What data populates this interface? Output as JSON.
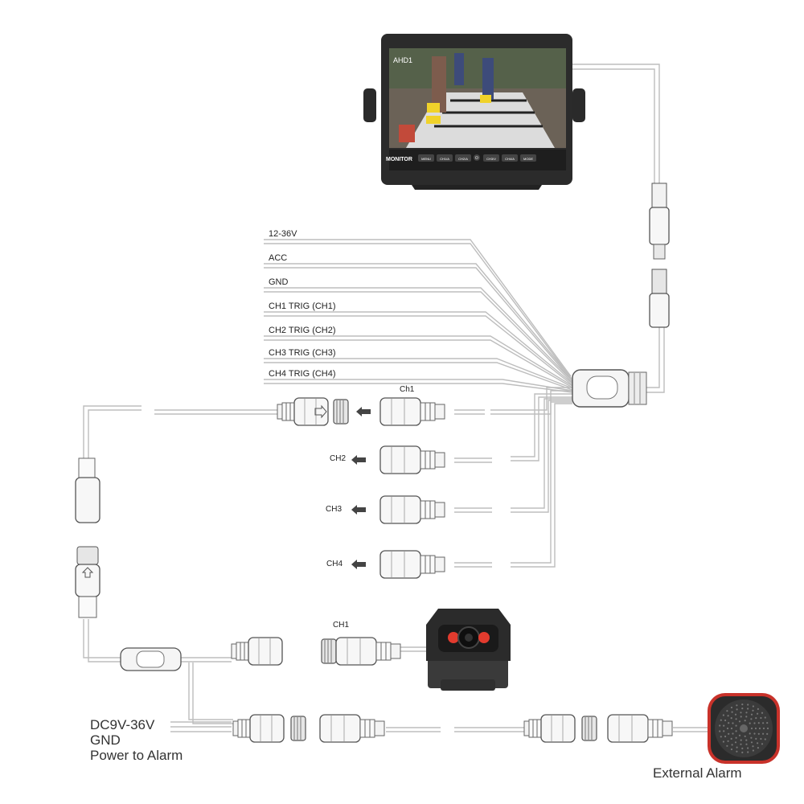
{
  "monitor": {
    "screen_channel": "AHD1",
    "brand": "MONITOR",
    "buttons": [
      "MENU",
      "CH1/A",
      "CH2/A",
      "⏻",
      "CH3/V",
      "CH4/A",
      "MODE"
    ]
  },
  "harness_wires": [
    "12-36V",
    "ACC",
    "GND",
    "CH1 TRIG  (CH1)",
    "CH2 TRIG  (CH2)",
    "CH3 TRIG  (CH3)",
    "CH4 TRIG  (CH4)"
  ],
  "channels": [
    "Ch1",
    "CH2",
    "CH3",
    "CH4"
  ],
  "camera": {
    "channel_label": "CH1"
  },
  "power_labels": [
    "DC9V-36V",
    "GND",
    "Power to Alarm"
  ],
  "alarm_label": "External Alarm",
  "colors": {
    "wire": "#bdbdbd",
    "device_body": "#2b2b2b",
    "alarm_ring": "#c8322a",
    "camera_led": "#e23b2e"
  }
}
